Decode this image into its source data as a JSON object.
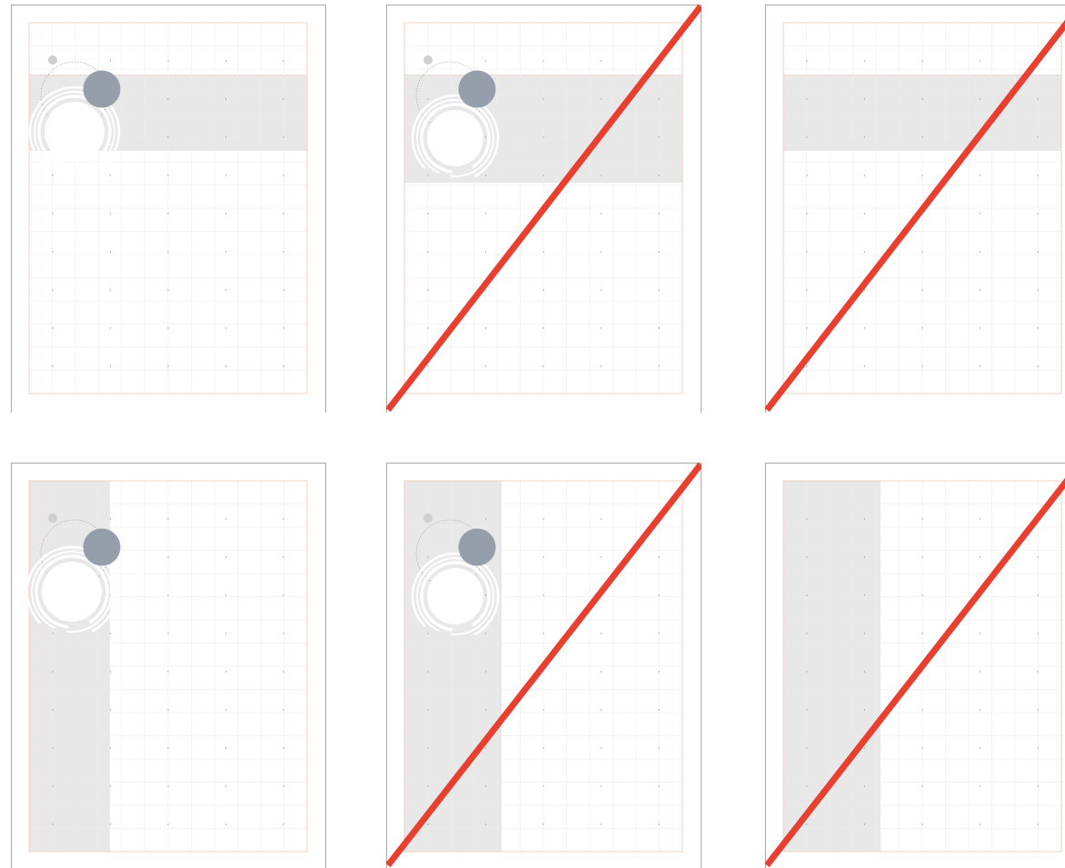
{
  "colors": {
    "sheet_border": "#a9a9a9",
    "margin_guide": "#f4c9b6",
    "grid_line": "#ececec",
    "grid_dot": "#9a9a9a",
    "gray_band": "#e8e8e8",
    "dark_circle": "#959fab",
    "small_circle": "#cfcfcf",
    "strike": "#e84030",
    "background": "#ffffff"
  },
  "layouts": [
    {
      "id": "top-band-short",
      "band": "top",
      "band_extent": "short",
      "graphic": true,
      "rejected": false
    },
    {
      "id": "top-band-tall",
      "band": "top",
      "band_extent": "tall",
      "graphic": true,
      "rejected": true
    },
    {
      "id": "top-band-no-graphic",
      "band": "top",
      "band_extent": "short",
      "graphic": false,
      "rejected": true
    },
    {
      "id": "left-band-narrow",
      "band": "left",
      "band_extent": "narrow",
      "graphic": true,
      "rejected": false
    },
    {
      "id": "left-band-wide",
      "band": "left",
      "band_extent": "wide",
      "graphic": true,
      "rejected": true
    },
    {
      "id": "left-band-no-graphic",
      "band": "left",
      "band_extent": "wide",
      "graphic": false,
      "rejected": true
    }
  ]
}
